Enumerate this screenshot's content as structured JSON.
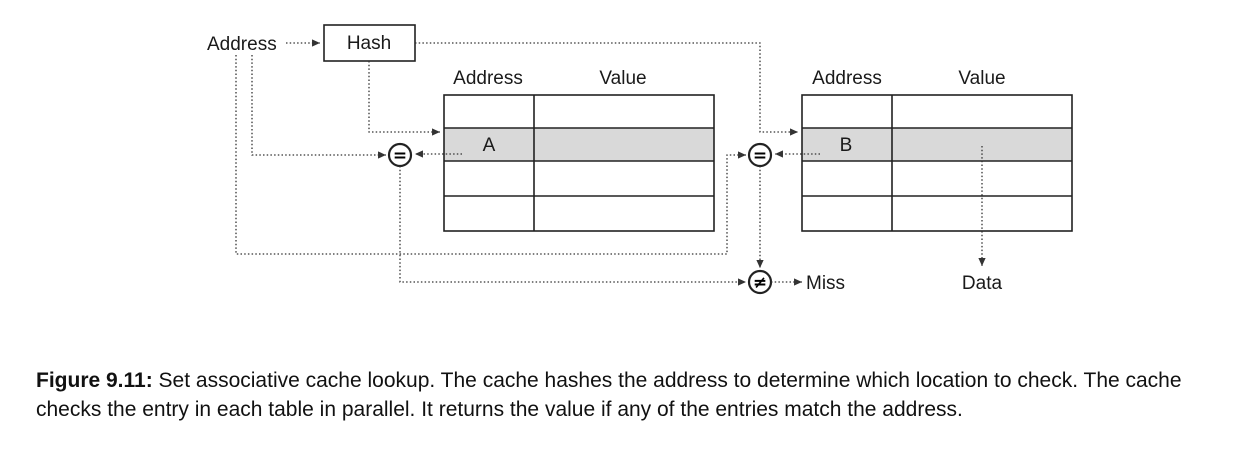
{
  "diagram": {
    "address_input": "Address",
    "hash": "Hash",
    "table1": {
      "col_address": "Address",
      "col_value": "Value",
      "entry": "A"
    },
    "table2": {
      "col_address": "Address",
      "col_value": "Value",
      "entry": "B"
    },
    "equal_symbol": "=",
    "not_equal_symbol": "≠",
    "miss": "Miss",
    "data": "Data"
  },
  "caption": {
    "label": "Figure 9.11:",
    "text": " Set associative cache lookup. The cache hashes the address to determine which location to check. The cache checks the entry in each table in parallel. It returns the value if any of the entries match the address."
  },
  "colors": {
    "highlight_row": "#d9d9d9",
    "line": "#333333"
  }
}
